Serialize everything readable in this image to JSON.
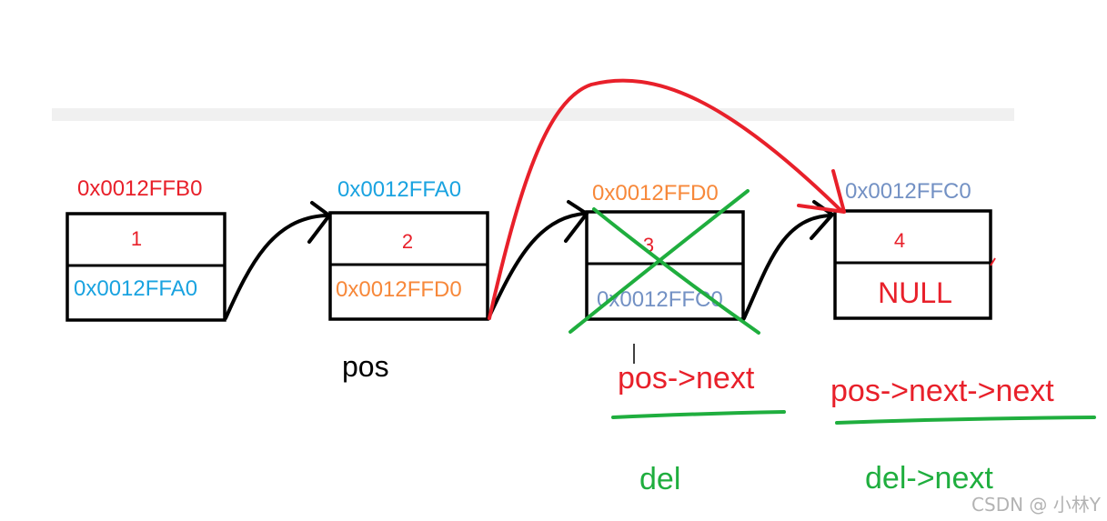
{
  "nodes": [
    {
      "address": "0x0012FFB0",
      "value": "1",
      "next": "0x0012FFA0"
    },
    {
      "address": "0x0012FFA0",
      "value": "2",
      "next": "0x0012FFD0"
    },
    {
      "address": "0x0012FFD0",
      "value": "3",
      "next": "0x0012FFC0"
    },
    {
      "address": "0x0012FFC0",
      "value": "4",
      "next": "NULL"
    }
  ],
  "labels": {
    "pos": "pos",
    "pos_next": "pos->next",
    "pos_next_next": "pos->next->next",
    "del": "del",
    "del_next": "del->next"
  },
  "watermark": "CSDN @ 小林Y",
  "colors": {
    "red": "#e8202a",
    "blue": "#1aa3e0",
    "orange": "#f7883a",
    "slate": "#7391c4",
    "green": "#1fae3e",
    "black": "#000000",
    "divider": "#f0f0f0",
    "watermark": "#b3b3b3"
  },
  "icons": {
    "delete_mark": "x-cross-icon"
  }
}
